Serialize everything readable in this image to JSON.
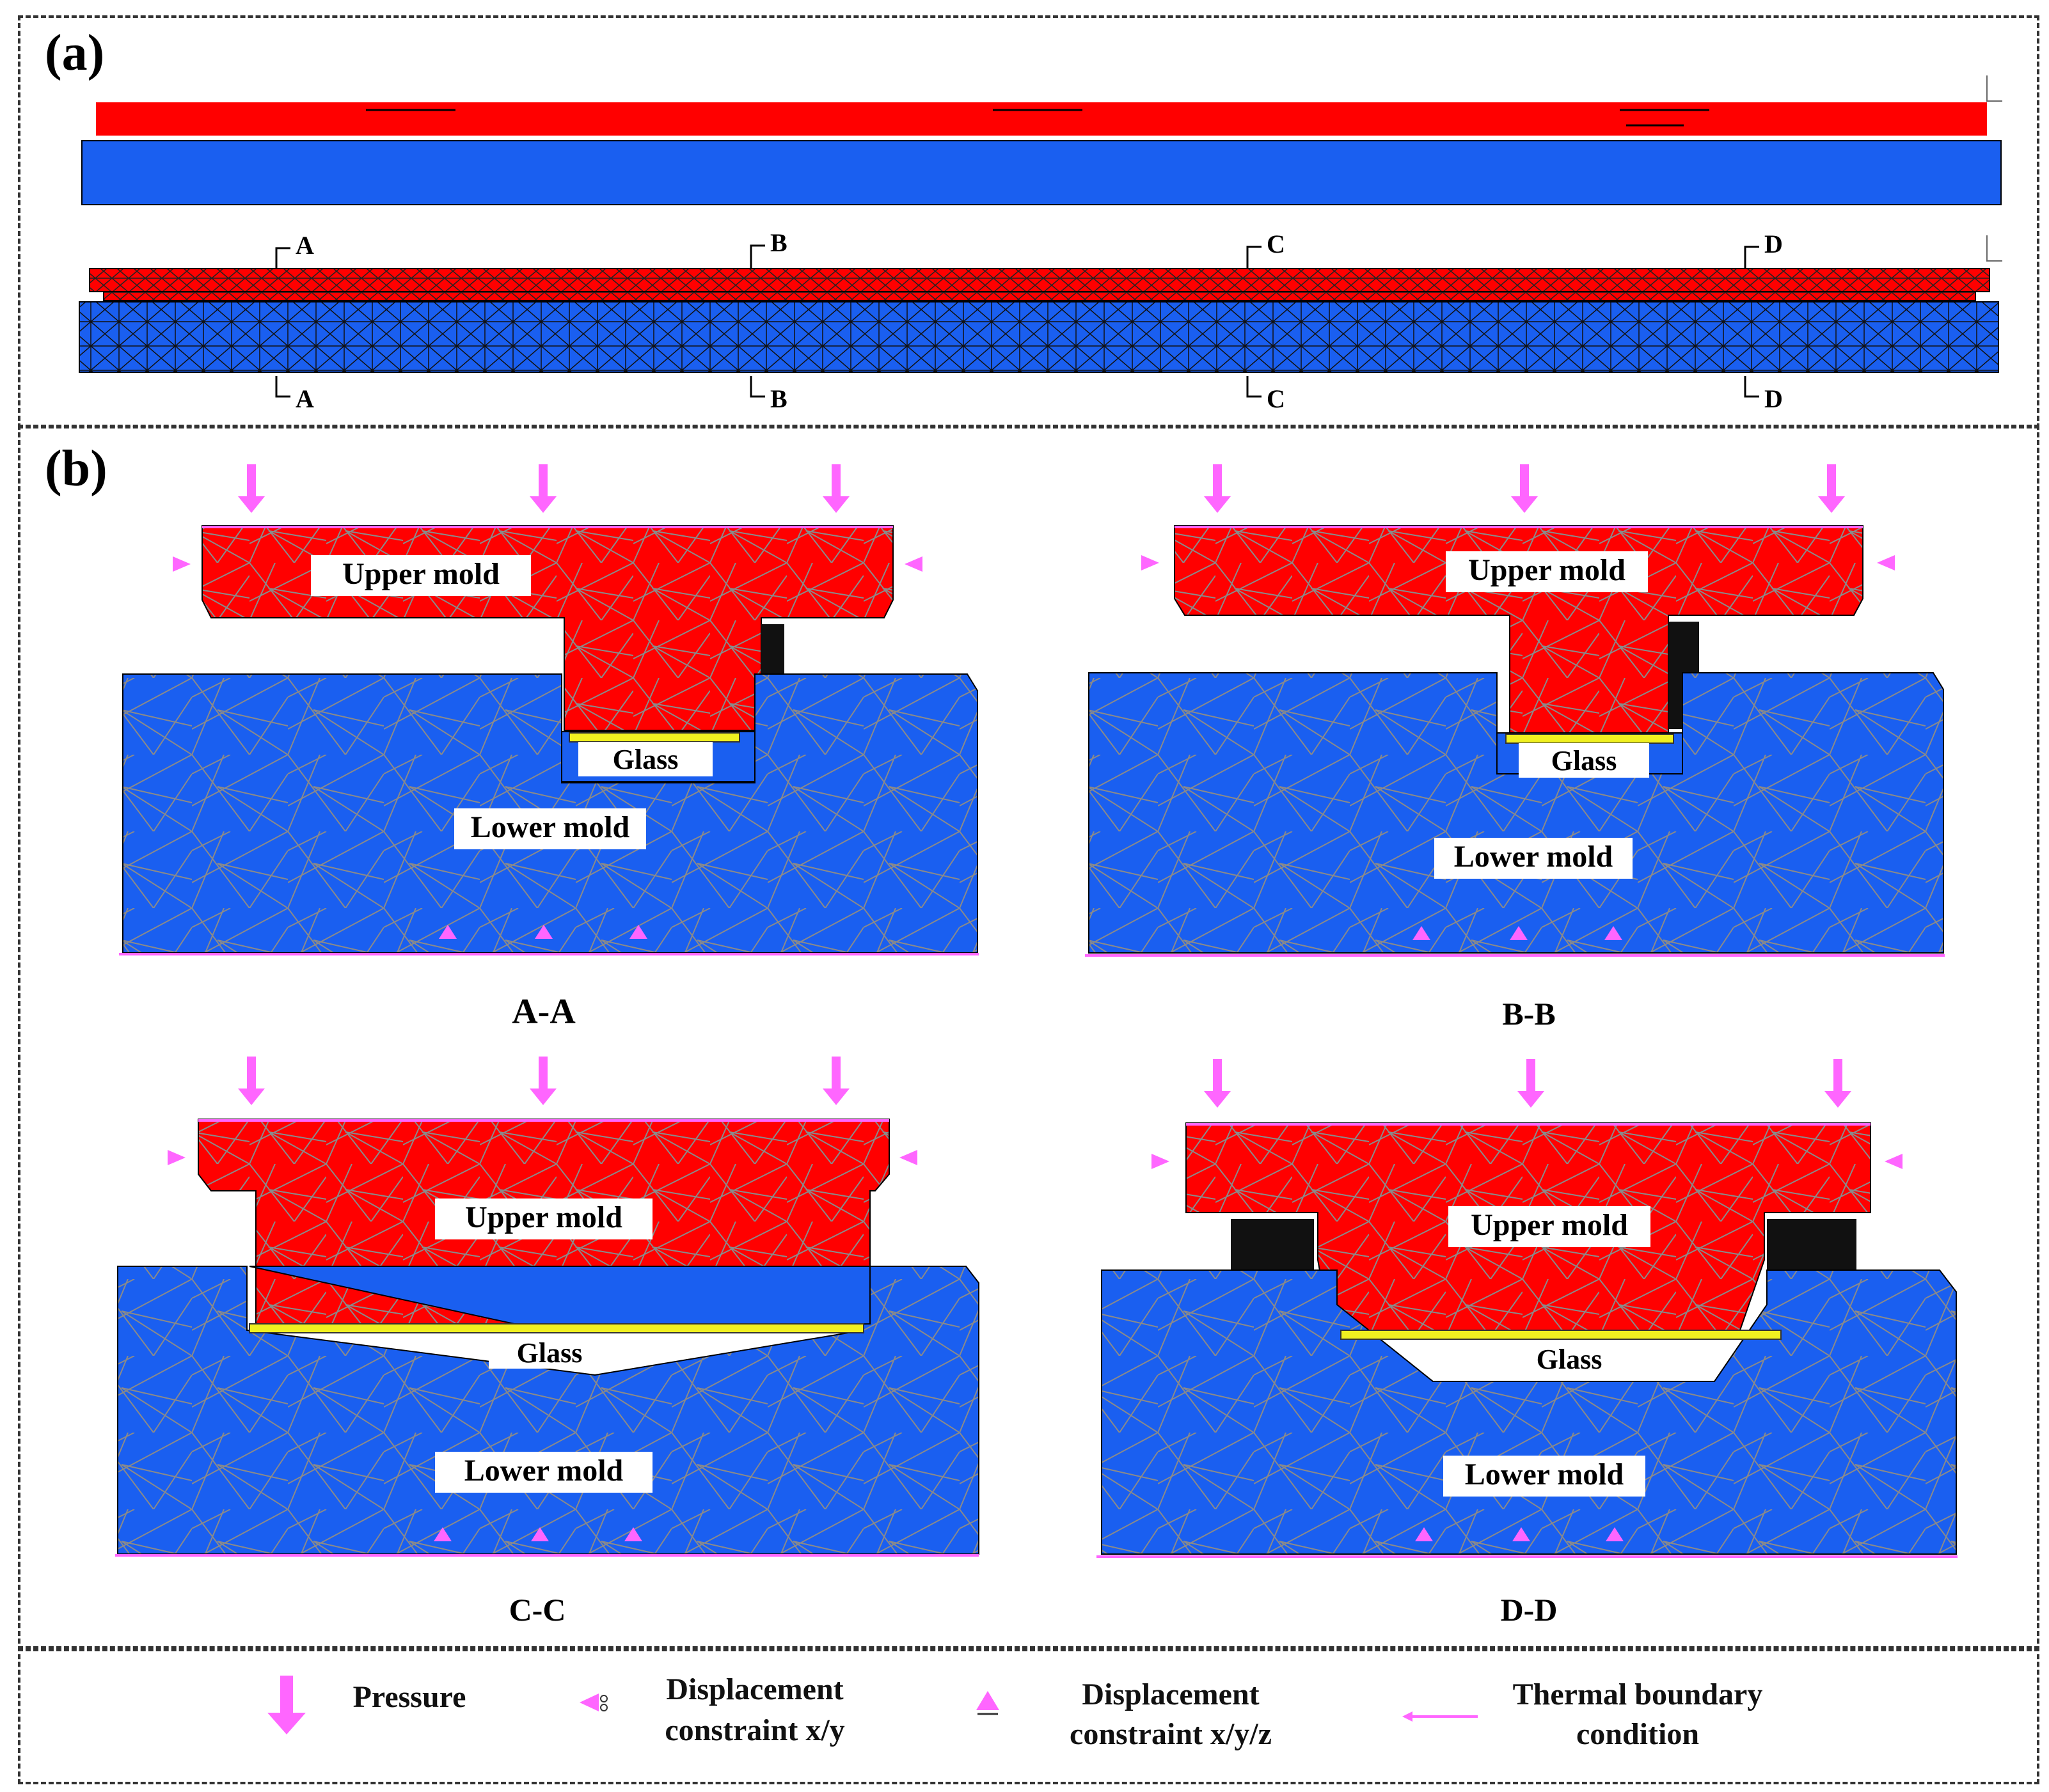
{
  "panel_a": {
    "label": "(a)",
    "cut_labels": [
      "A",
      "B",
      "C",
      "D"
    ]
  },
  "panel_b": {
    "label": "(b)",
    "sections": [
      {
        "id": "A-A",
        "upper": "Upper mold",
        "glass": "Glass",
        "lower": "Lower mold"
      },
      {
        "id": "B-B",
        "upper": "Upper mold",
        "glass": "Glass",
        "lower": "Lower mold"
      },
      {
        "id": "C-C",
        "upper": "Upper mold",
        "glass": "Glass",
        "lower": "Lower mold"
      },
      {
        "id": "D-D",
        "upper": "Upper mold",
        "glass": "Glass",
        "lower": "Lower mold"
      }
    ]
  },
  "legend": {
    "pressure": "Pressure",
    "disp_xy_1": "Displacement",
    "disp_xy_2": "constraint x/y",
    "disp_xyz_1": "Displacement",
    "disp_xyz_2": "constraint x/y/z",
    "thermal_1": "Thermal boundary",
    "thermal_2": "condition"
  },
  "colors": {
    "upper_mold": "#ff0000",
    "lower_mold": "#1a5ff0",
    "glass": "#f0f020",
    "boundary": "#ff66ff",
    "mesh": "#8a8a8a"
  }
}
